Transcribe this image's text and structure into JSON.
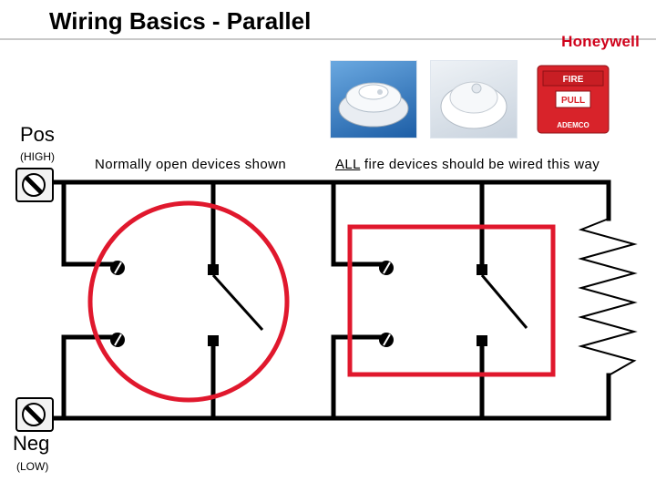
{
  "title": "Wiring Basics - Parallel",
  "logo_text": "Honeywell",
  "terminals": {
    "positive": {
      "label": "Pos",
      "sublabel": "(HIGH)"
    },
    "negative": {
      "label": "Neg",
      "sublabel": "(LOW)"
    }
  },
  "captions": {
    "left": "Normally open devices shown",
    "right_underlined": "ALL",
    "right_rest": " fire devices should be wired this way"
  },
  "device_photos": [
    {
      "icon": "smoke-detector-icon"
    },
    {
      "icon": "heat-detector-icon"
    },
    {
      "icon": "pull-station-icon",
      "text_top": "FIRE",
      "text_mid": "PULL",
      "text_bottom": "ADEMCO"
    }
  ],
  "colors": {
    "wire": "#000000",
    "highlight": "#e0182d",
    "logo": "#d0021b"
  }
}
